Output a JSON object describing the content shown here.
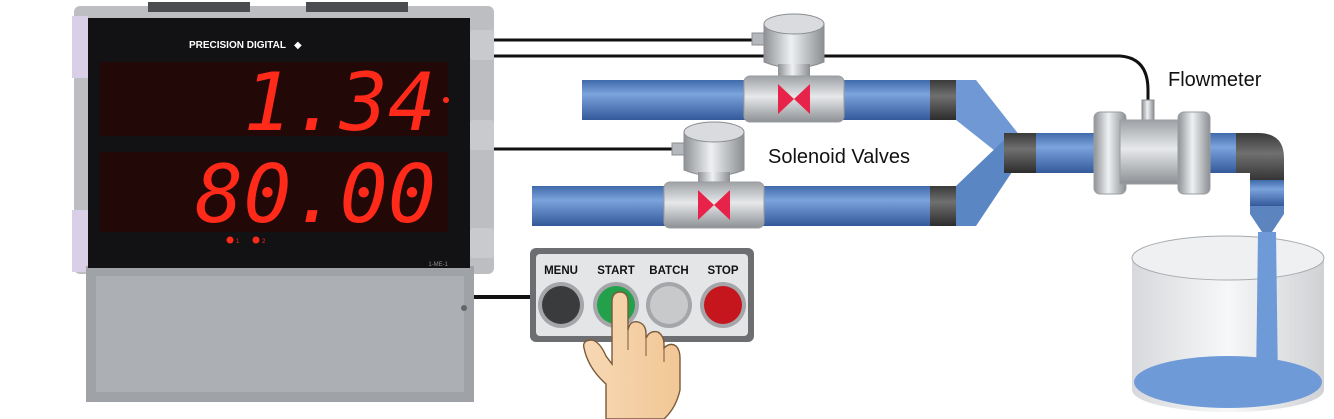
{
  "meter": {
    "brand": "PRECISION DIGITAL",
    "brand_symbol": "◆",
    "top_display": "1.34",
    "bottom_display": "80.00",
    "indicator_1": "1",
    "indicator_2": "2",
    "model_tag": "1-ME-1"
  },
  "control_panel": {
    "buttons": [
      {
        "label": "MENU",
        "color": "#3a3b3d"
      },
      {
        "label": "START",
        "color": "#22a04a"
      },
      {
        "label": "BATCH",
        "color": "#c8c9cb"
      },
      {
        "label": "STOP",
        "color": "#c4161c"
      }
    ]
  },
  "labels": {
    "flowmeter": "Flowmeter",
    "solenoid_valves": "Solenoid Valves"
  },
  "colors": {
    "pipe": "#5b86c4",
    "led": "#ff2a1a",
    "valve_red": "#e8234a",
    "water": "#6e9bd8"
  }
}
